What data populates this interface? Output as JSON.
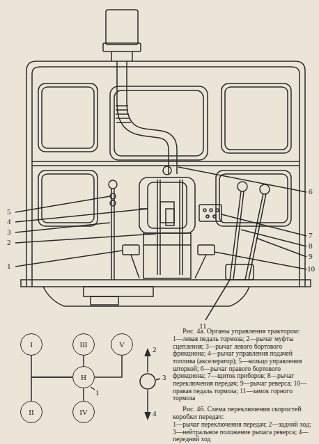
{
  "diagram": {
    "nodes": [
      {
        "text": [
          "I"
        ]
      },
      {
        "text": [
          "III"
        ]
      },
      {
        "text": [
          "V"
        ]
      },
      {
        "text": [
          "Н"
        ]
      },
      {
        "text": [
          "II"
        ]
      },
      {
        "text": [
          "IV"
        ]
      }
    ],
    "edges": [
      {
        "from": 3,
        "to": 0,
        "arrow": "none"
      },
      {
        "from": 3,
        "to": 4,
        "arrow": "none"
      },
      {
        "from": 3,
        "to": 2,
        "arrow": "none"
      },
      {
        "from": 1,
        "to": 3,
        "arrow": "none"
      },
      {
        "from": 3,
        "to": 5,
        "arrow": "none"
      }
    ],
    "labels": [
      "1",
      "2",
      "3",
      "4",
      "5",
      "6",
      "7",
      "8",
      "9",
      "10",
      "11",
      "2",
      "3",
      "4",
      "1",
      "Рис. 4а. Органы управления трактором:",
      "1—левая педаль тормоза; 2—рычаг муфты сцепления; 3—рычаг левого бортового фрикциона; 4—рычаг управления подачей топлива (акселератор); 5—кольцо управления шторкой; 6—рычаг правого бортового фрикциона; 7—щиток приборов; 8—рычаг переключения передач; 9—рычаг реверса; 10—правая педаль тормоза; 11—замок горного тормоза",
      "Рис. 4б. Схема переключения скоростей коробки передач:",
      "1—рычаг переключения передач; 2—задний ход; 3—нейтральное положение рычага реверса; 4—передний ход"
    ]
  }
}
